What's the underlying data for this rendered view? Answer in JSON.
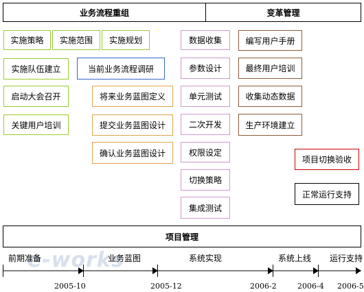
{
  "headers": {
    "bpr": "业务流程重组",
    "change": "变革管理",
    "project": "项目管理"
  },
  "green": [
    "实施策略",
    "实施范围",
    "实施规划",
    "实施队伍建立",
    "启动大会召开",
    "关键用户培训"
  ],
  "blue": "当前业务流程调研",
  "orange": [
    "将来业务蓝图定义",
    "提交业务蓝图设计",
    "确认业务蓝图设计"
  ],
  "purple": [
    "数据收集",
    "参数设计",
    "单元测试",
    "二次开发",
    "权限设定",
    "切换策略",
    "集成测试"
  ],
  "brown": [
    "编写用户手册",
    "最终用户培训",
    "收集动态数据",
    "生产环境建立"
  ],
  "red": "项目切换验收",
  "black": "正常运行支持",
  "timeline": {
    "phases": [
      "前期准备",
      "业务蓝图",
      "系统实现",
      "系统上线",
      "运行支持"
    ],
    "dates": [
      "2005-10",
      "2005-12",
      "2006-2",
      "2006-4",
      "2006-5"
    ]
  },
  "watermark": "e-works"
}
